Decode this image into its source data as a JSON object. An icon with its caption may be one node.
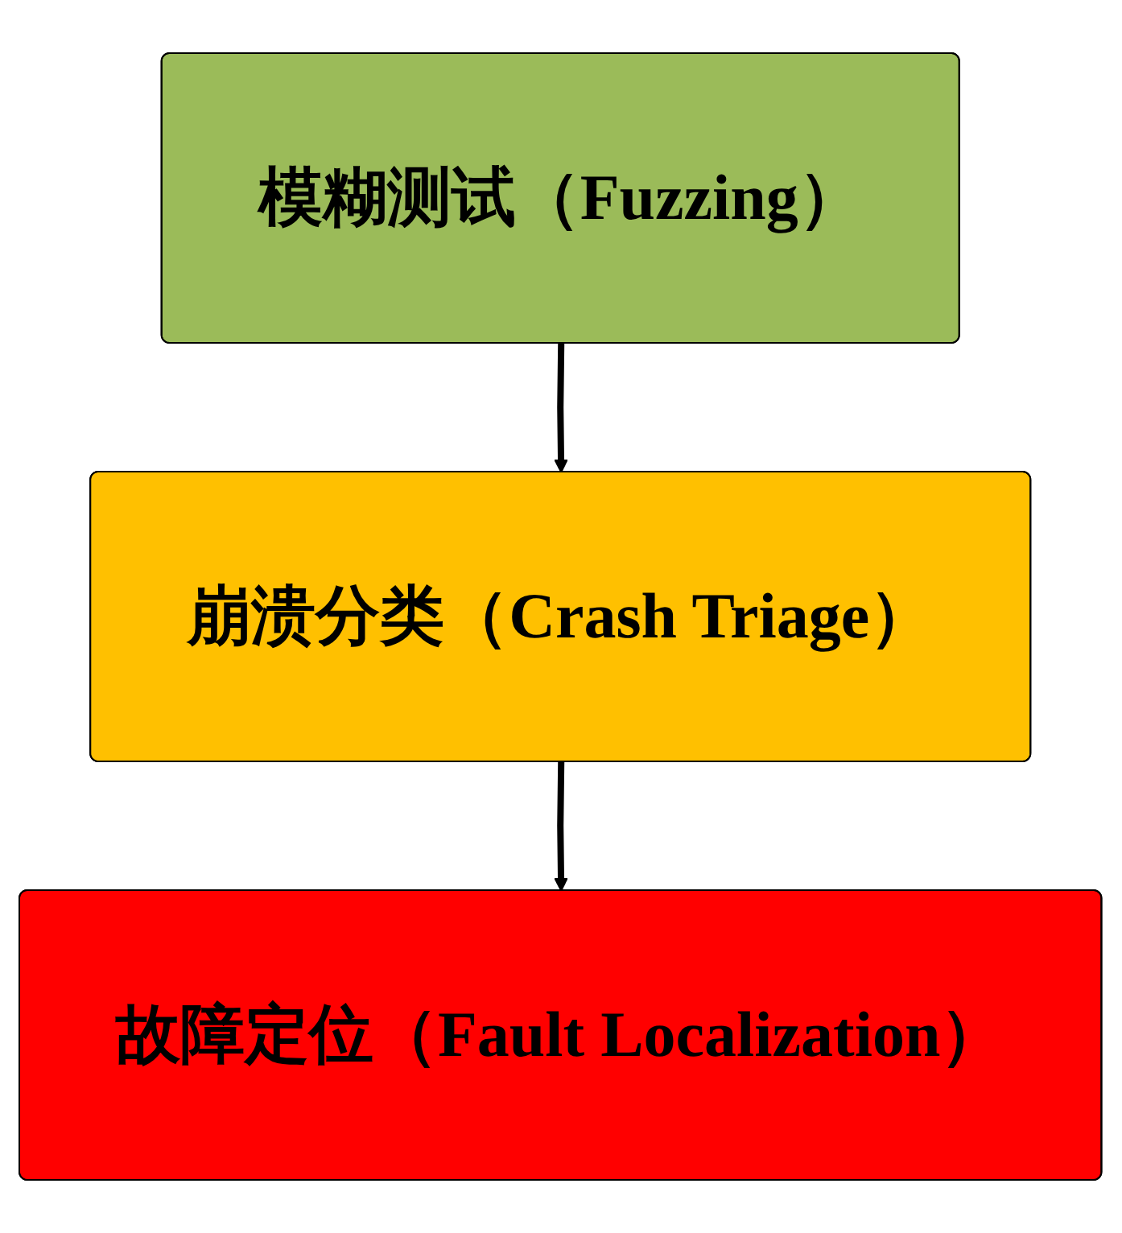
{
  "diagram": {
    "nodes": [
      {
        "text": [
          "模糊测试（Fuzzing）"
        ]
      },
      {
        "text": [
          "崩溃分类（Crash Triage）"
        ]
      },
      {
        "text": [
          "故障定位（Fault Localization）"
        ]
      }
    ],
    "edges": [
      {
        "from": 0,
        "to": 1,
        "arrow": "to"
      },
      {
        "from": 1,
        "to": 2,
        "arrow": "to"
      }
    ]
  }
}
